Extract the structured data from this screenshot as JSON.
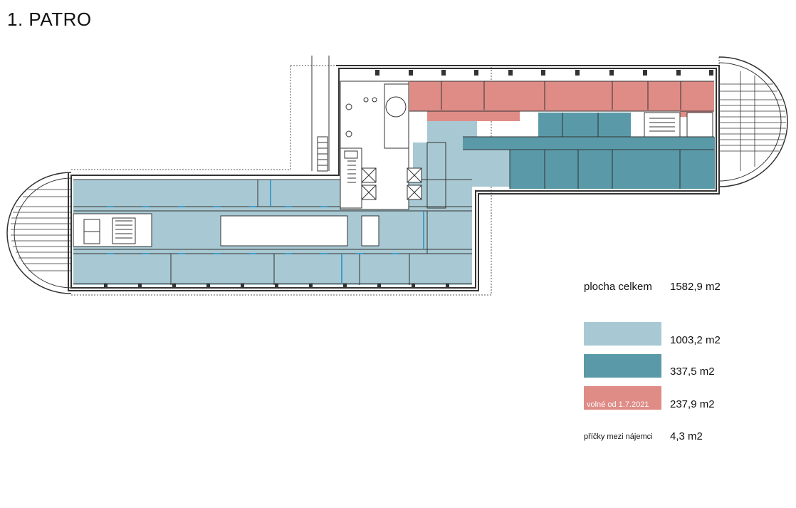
{
  "page": {
    "title": "1. PATRO"
  },
  "legend": {
    "total_label": "plocha celkem",
    "total_value": "1582,9 m2",
    "items": [
      {
        "color": "#a8c9d3",
        "value": "1003,2 m2",
        "label": ""
      },
      {
        "color": "#5a9aa8",
        "value": "337,5 m2",
        "label": ""
      },
      {
        "color": "#df8c87",
        "value": "237,9 m2",
        "label": "volné od 1.7.2021"
      }
    ],
    "partitions_label": "příčky mezi nájemci",
    "partitions_value": "4,3 m2"
  },
  "plan_colors": {
    "light_area": "#a8c9d3",
    "dark_area": "#5a9aa8",
    "red_area": "#df8c87",
    "walls": "#333333",
    "partition_lines": "#1f8fc4"
  }
}
